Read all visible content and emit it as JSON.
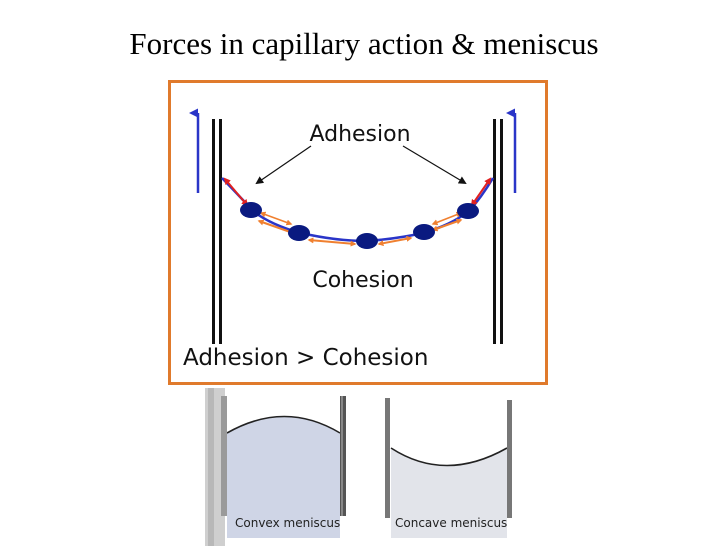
{
  "title": "Forces in capillary action & meniscus",
  "diagram": {
    "adhesion_label": "Adhesion",
    "cohesion_label": "Cohesion",
    "relation_label": "Adhesion > Cohesion",
    "colors": {
      "frame": "#e07a2c",
      "adhesion_arrow": "#e02020",
      "cohesion_arrow": "#f08030",
      "rise_arrow": "#2a35c8",
      "meniscus_line": "#2a35c8",
      "molecule": "#0a1a80"
    }
  },
  "meniscus_examples": {
    "convex_label": "Convex meniscus",
    "concave_label": "Concave meniscus",
    "liquid_color": "#cfd5e6"
  }
}
